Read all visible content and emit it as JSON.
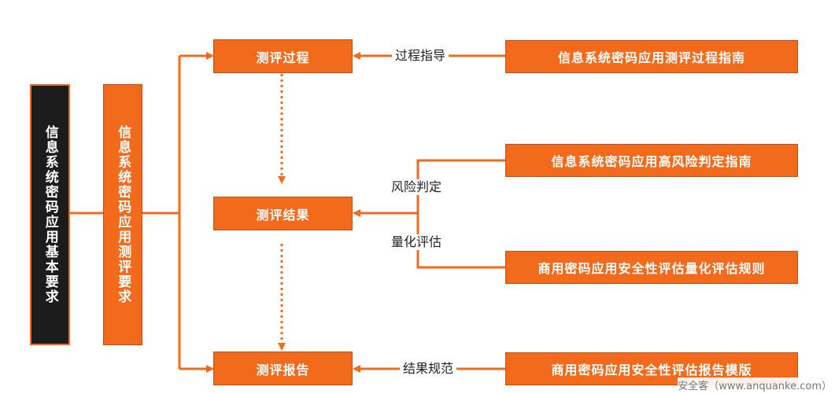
{
  "left": {
    "base_requirements": "信息系统密码应用基本要求",
    "eval_requirements": "信息系统密码应用测评要求"
  },
  "middle": {
    "process": "测评过程",
    "result": "测评结果",
    "report": "测评报告"
  },
  "right": {
    "process_guide": "信息系统密码应用测评过程指南",
    "risk_guide": "信息系统密码应用高风险判定指南",
    "quant_rules": "商用密码应用安全性评估量化评估规则",
    "report_template": "商用密码应用安全性评估报告模版"
  },
  "labels": {
    "process_guidance": "过程指导",
    "risk_judgement": "风险判定",
    "quant_assessment": "量化评估",
    "result_spec": "结果规范"
  },
  "watermark": "安全客（www.anquanke.com）",
  "colors": {
    "accent": "#f26a1b",
    "dark": "#1c1c1c"
  }
}
